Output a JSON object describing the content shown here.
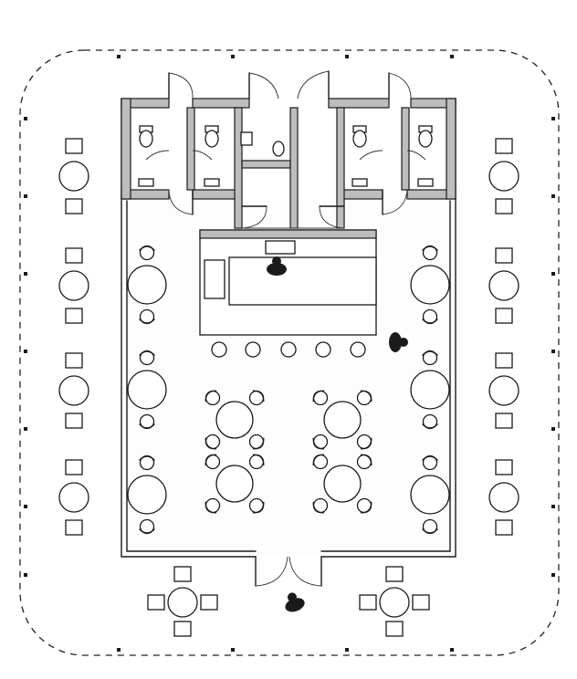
{
  "plan": {
    "palette": {
      "ink": "#1a1a1a",
      "wall": "#bdbdbd",
      "paper": "#ffffff"
    },
    "icons": [
      "toilet-icon",
      "sink-icon",
      "person-icon",
      "door-swing-icon"
    ],
    "counts": {
      "restroom_stalls": 4,
      "dining_tables_inside": 12,
      "outdoor_tables": 10,
      "bar_stools": 5,
      "people": 3
    }
  }
}
